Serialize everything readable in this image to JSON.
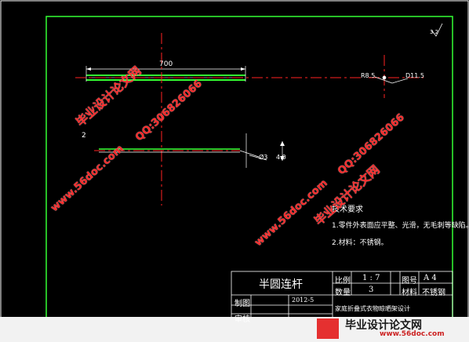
{
  "drawing": {
    "dimension_length": "700",
    "dim_left": "R8.5",
    "dim_right": "D11.5",
    "section_label": "2",
    "dim_dia": "Ø3",
    "dim_h": "4.0",
    "corner_mark": "3.2"
  },
  "notes": {
    "title": "技术要求",
    "line1": "1.零件外表面应平整、光滑，无毛刺等缺陷。",
    "line2": "2.材料：不锈钢。"
  },
  "title_block": {
    "part_name": "半圆连杆",
    "scale_label": "比例",
    "scale_value": "1 : 7",
    "drawing_no_label": "图号",
    "drawing_no_value": "A 4",
    "qty_label": "数量",
    "qty_value": "3",
    "material_label": "材料",
    "material_value": "不锈钢",
    "drawn_label": "制图",
    "drawn_date": "2012-5",
    "checked_label": "审核",
    "org": "家庭折叠式衣物晾晒架设计"
  },
  "watermarks": {
    "site1": "www.56doc.com",
    "qq1": "QQ:306826066",
    "brand1": "毕业设计论文网",
    "site2": "www.56doc.com",
    "qq2": "QQ:306826066",
    "brand2": "毕业设计论文网"
  },
  "footer": {
    "brand": "毕业设计论文网",
    "url": "www.56doc.com"
  },
  "colors": {
    "frame": "#33ff33",
    "part": "#33ff33",
    "centerline": "#ff2222",
    "text": "#ffffff",
    "watermark": "#ff2a2a"
  }
}
